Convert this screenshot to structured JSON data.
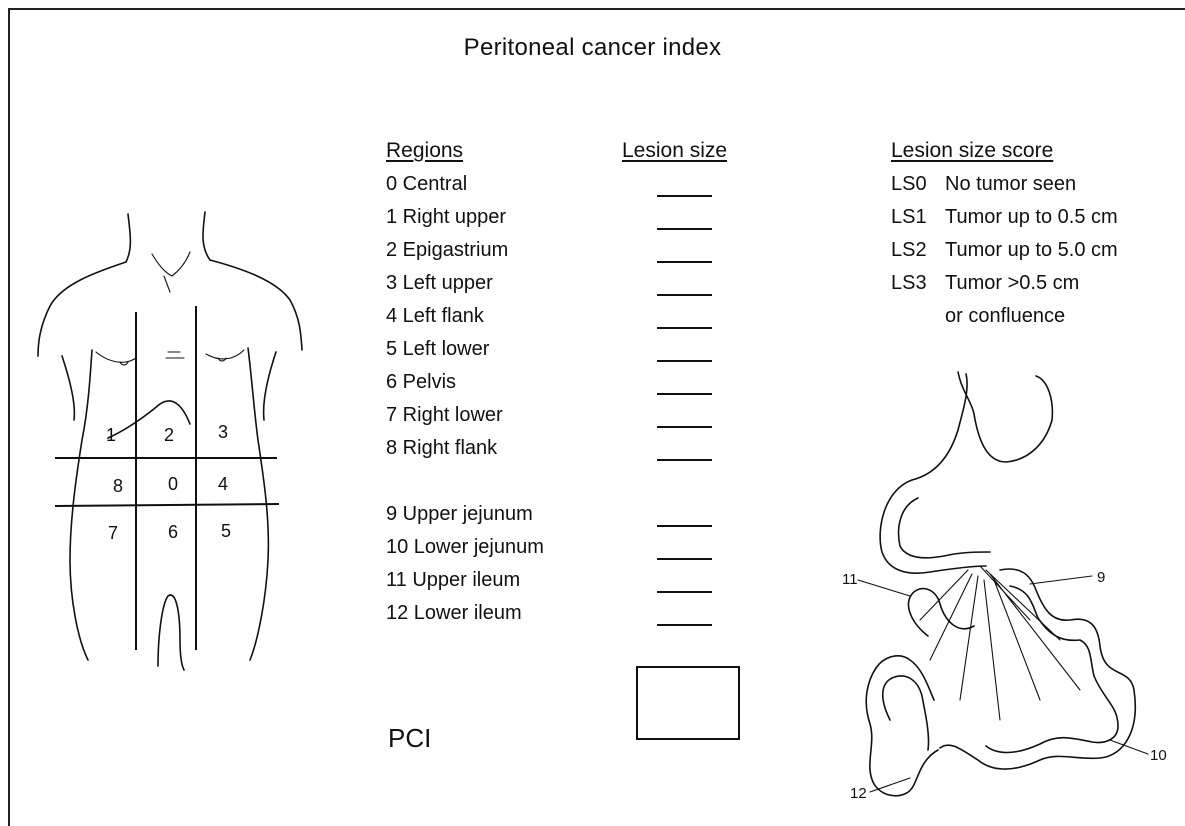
{
  "title": "Peritoneal cancer index",
  "headers": {
    "regions": "Regions",
    "lesion_size": "Lesion size",
    "lesion_size_score": "Lesion size score"
  },
  "regions": [
    "0 Central",
    "1 Right upper",
    "2 Epigastrium",
    "3  Left upper",
    "4 Left flank",
    "5 Left lower",
    "6 Pelvis",
    "7 Right lower",
    "8 Right flank",
    "9 Upper jejunum",
    "10  Lower jejunum",
    "11  Upper ileum",
    "12  Lower ileum"
  ],
  "scores": [
    {
      "code": "LS0",
      "text": "No tumor seen"
    },
    {
      "code": "LS1",
      "text": "Tumor up to 0.5 cm"
    },
    {
      "code": "LS2",
      "text": "Tumor up to 5.0 cm"
    },
    {
      "code": "LS3",
      "text": "Tumor >0.5 cm"
    },
    {
      "code": "",
      "text": "or confluence"
    }
  ],
  "pci_label": "PCI",
  "torso_numbers": [
    "1",
    "2",
    "3",
    "8",
    "0",
    "4",
    "7",
    "6",
    "5"
  ],
  "bowel_numbers": [
    "11",
    "9",
    "12",
    "10"
  ]
}
